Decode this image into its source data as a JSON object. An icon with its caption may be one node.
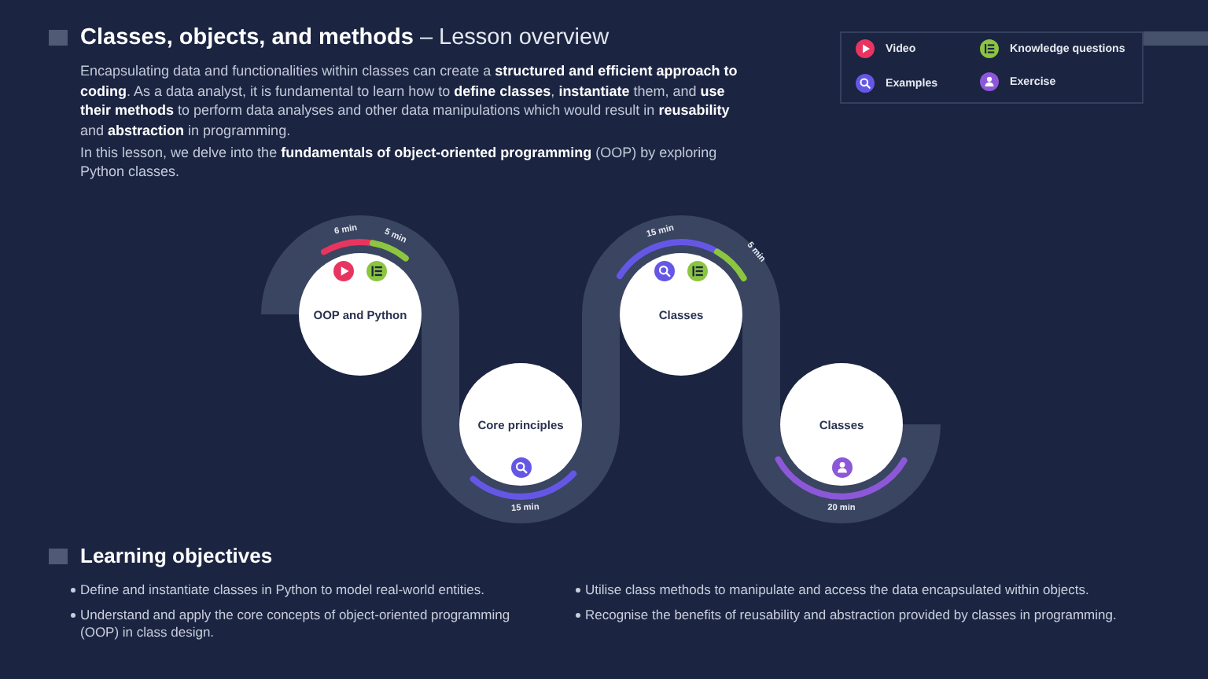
{
  "diagram": {
    "title": "**Classes, objects, and methods** – Lesson overview",
    "nodes": [
      {
        "text": [
          "OOP and Python"
        ],
        "beside": [
          "6 min",
          "5 min"
        ]
      },
      {
        "text": [
          "Core principles"
        ],
        "beside": [
          "15 min"
        ]
      },
      {
        "text": [
          "Classes"
        ],
        "beside": [
          "15 min",
          "5 min"
        ]
      },
      {
        "text": [
          "Classes"
        ],
        "beside": [
          "20 min"
        ]
      }
    ],
    "labels": [
      "Encapsulating data and functionalities within classes can create a **structured and efficient approach to coding**. As a data analyst, it is fundamental to learn how to **define classes**, **instantiate** them, and **use their methods** to perform data analyses and other data manipulations which would result in **reusability** and **abstraction** in programming.",
      "In this lesson, we delve into the **fundamentals of object-oriented programming** (OOP) by exploring Python classes.",
      "Learning objectives",
      "Define and instantiate classes in Python to model real-world entities.",
      "Understand and apply the core concepts of object-oriented programming (OOP) in class design.",
      "Utilise class methods to manipulate and access the data encapsulated within objects.",
      "Recognise the benefits of reusability and abstraction provided by classes in programming."
    ],
    "legend": [
      {
        "text": "Video",
        "color": "#e8355f"
      },
      {
        "text": "Knowledge questions",
        "color": "#8cc540"
      },
      {
        "text": "Examples",
        "color": "#6557e6"
      },
      {
        "text": "Exercise",
        "color": "#8c58d8"
      }
    ]
  }
}
